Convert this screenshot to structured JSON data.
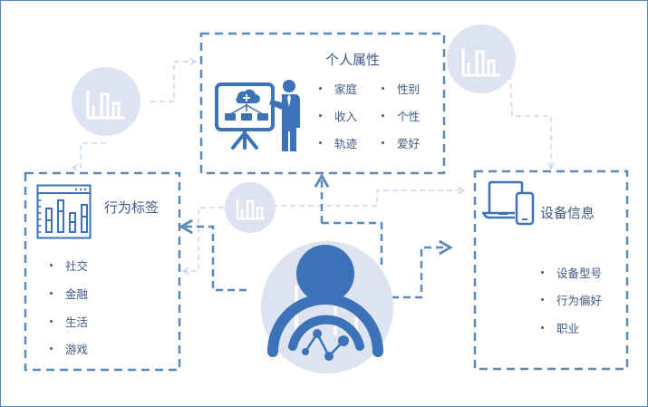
{
  "colors": {
    "accent": "#3c72b8",
    "dash": "#5a8abb",
    "light_dash": "#c9d8ea",
    "circle_bg": "#dde3f0",
    "text": "#3e5a86"
  },
  "center_node": {
    "icon": "user-analytics-icon"
  },
  "personal_attributes": {
    "title": "个人属性",
    "icon": "presentation-icon",
    "items": [
      "家庭",
      "性别",
      "收入",
      "个性",
      "轨迹",
      "爱好"
    ]
  },
  "behavior_tags": {
    "title": "行为标签",
    "icon": "bar-chart-window-icon",
    "items": [
      "社交",
      "金融",
      "生活",
      "游戏"
    ]
  },
  "device_info": {
    "title": "设备信息",
    "icon": "laptop-phone-icon",
    "items": [
      "设备型号",
      "行为偏好",
      "职业"
    ]
  },
  "decorations": {
    "chart_circles": [
      "bar-chart-icon",
      "bar-chart-icon",
      "bar-chart-icon"
    ]
  }
}
